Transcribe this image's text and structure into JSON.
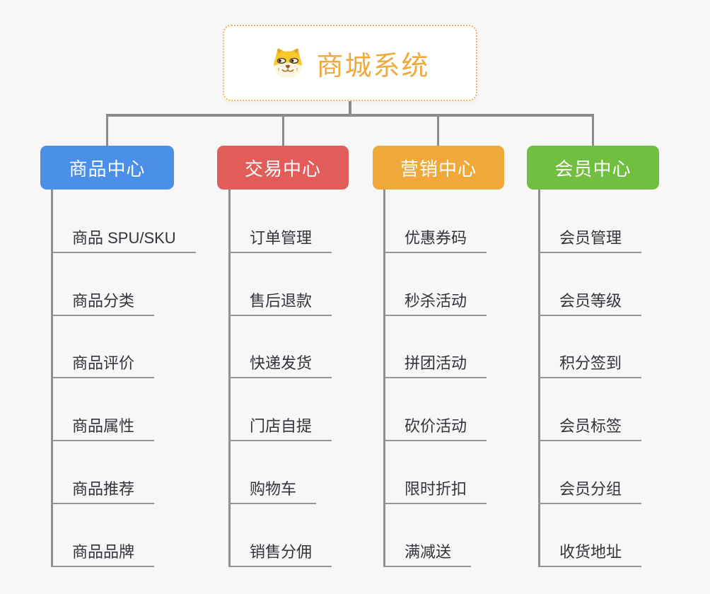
{
  "canvas": {
    "background_color": "#F7F7F7",
    "connector_color": "#8C8C8C",
    "topic_underline_color": "#949494",
    "topic_text_color": "#31353B"
  },
  "root": {
    "title": "商城系统",
    "icon": "shiba-dog-icon",
    "text_color": "#F2A93C",
    "border_color": "#EFB45A"
  },
  "branches": [
    {
      "id": "product-center",
      "label": "商品中心",
      "color": "#4A90E8",
      "items": [
        "商品 SPU/SKU",
        "商品分类",
        "商品评价",
        "商品属性",
        "商品推荐",
        "商品品牌"
      ]
    },
    {
      "id": "trade-center",
      "label": "交易中心",
      "color": "#E25C5A",
      "items": [
        "订单管理",
        "售后退款",
        "快递发货",
        "门店自提",
        "购物车",
        "销售分佣"
      ]
    },
    {
      "id": "marketing-center",
      "label": "营销中心",
      "color": "#EFA93A",
      "items": [
        "优惠券码",
        "秒杀活动",
        "拼团活动",
        "砍价活动",
        "限时折扣",
        "满减送"
      ]
    },
    {
      "id": "member-center",
      "label": "会员中心",
      "color": "#70BF41",
      "items": [
        "会员管理",
        "会员等级",
        "积分签到",
        "会员标签",
        "会员分组",
        "收货地址"
      ]
    }
  ]
}
